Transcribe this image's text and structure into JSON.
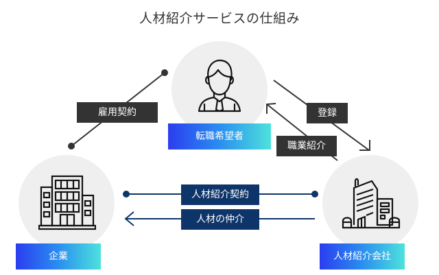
{
  "title": "人材紹介サービスの仕組み",
  "nodes": {
    "candidate": {
      "label": "転職希望者",
      "icon": "person-icon"
    },
    "company": {
      "label": "企業",
      "icon": "office-building-icon"
    },
    "agency": {
      "label": "人材紹介会社",
      "icon": "agency-building-icon"
    }
  },
  "connections": {
    "employment_contract": "雇用契約",
    "registration": "登録",
    "job_introduction": "職業紹介",
    "placement_contract": "人材紹介契約",
    "talent_mediation": "人材の仲介"
  },
  "colors": {
    "gradient_start": "#2b3df0",
    "gradient_end": "#4de2dc",
    "dark_label": "#333333",
    "navy_label": "#0e3569",
    "circle_bg": "#efefef"
  }
}
